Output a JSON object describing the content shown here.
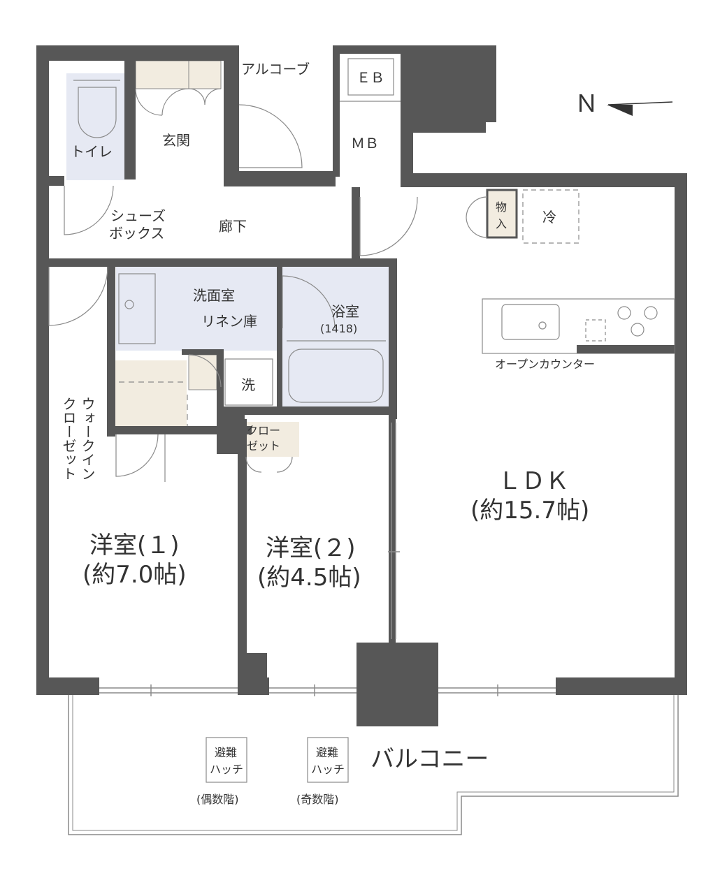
{
  "colors": {
    "wall": "#575757",
    "wet_area": "#e6e9f3",
    "storage": "#f2ece0",
    "line": "#8a8a8a",
    "text": "#333333",
    "background": "#ffffff"
  },
  "labels": {
    "alcove": "アルコーブ",
    "eb": "ＥＢ",
    "mb": "ＭＢ",
    "north": "Ｎ",
    "toilet": "トイレ",
    "entrance": "玄関",
    "shoebox_1": "シューズ",
    "shoebox_2": "ボックス",
    "corridor": "廊下",
    "pantry_1": "物",
    "pantry_2": "入",
    "fridge": "冷",
    "washroom": "洗面室",
    "linen": "リネン庫",
    "bath": "浴室",
    "bath_size": "(1418)",
    "washer": "洗",
    "counter": "オープンカウンター",
    "closet_1": "クロー",
    "closet_2": "ゼット",
    "wic_1": "ウォークイン",
    "wic_2": "クローゼット",
    "ldk": "ＬＤＫ",
    "ldk_size": "(約15.7帖)",
    "room1": "洋室(１)",
    "room1_size": "(約7.0帖)",
    "room2": "洋室(２)",
    "room2_size": "(約4.5帖)",
    "hatch_1": "避難",
    "hatch_2": "ハッチ",
    "hatch_even": "(偶数階)",
    "hatch_odd": "(奇数階)",
    "balcony": "バルコニー"
  }
}
